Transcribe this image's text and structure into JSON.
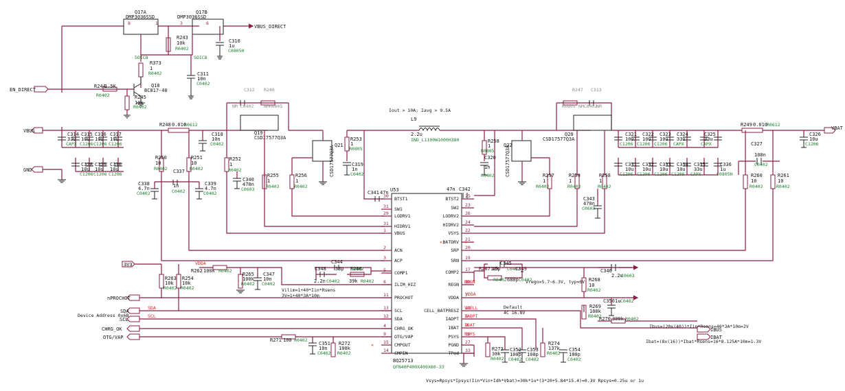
{
  "ports": {
    "vbus_direct": "VBUS_DIRECT",
    "en_direct": "EN_DIRECT",
    "vbus": "VBUS",
    "gnd": "GND",
    "vbat": "VBAT",
    "v3v3": "3V3",
    "nprochot": "nPROCHOT",
    "sda": "SDA",
    "scl": "SCL",
    "chrg_ok": "CHRG_OK",
    "otgvap": "OTG/VAP",
    "ibus": "IBUS",
    "ibat": "IBAT"
  },
  "nets": {
    "vdda": "VDDA",
    "regn": "REGN",
    "vcell": "VCELL",
    "iadpt": "IADPT",
    "ibat": "IBAT",
    "psys": "PSYS",
    "sda": "SDA",
    "scl": "SCL"
  },
  "mosfets": {
    "q17a_ref": "Q17A",
    "q17a_part": "DMP3036SSD",
    "q17b_ref": "Q17B",
    "q17b_part": "DMP3036SSD",
    "soic_a": "SOIC8",
    "soic_b": "SOIC8",
    "q18_ref": "Q18",
    "q18_part": "BC817-40",
    "q19_ref": "Q19",
    "q19_part": "CSD17577Q3A",
    "q20_ref": "Q20",
    "q20_part": "CSD17577Q3A",
    "q21_ref": "Q21",
    "q21_part": "CSD17577Q3A",
    "q22_ref": "Q22",
    "q22_part": "CSD17577Q3A"
  },
  "resistors": [
    {
      "ref": "R243",
      "val": "10k",
      "pkg": "R0402"
    },
    {
      "ref": "R373",
      "val": "1",
      "pkg": "R0402"
    },
    {
      "ref": "R244",
      "val": "1.5K",
      "pkg": "R0402"
    },
    {
      "ref": "R245",
      "val": "10k",
      "pkg": "R0402"
    },
    {
      "ref": "R246",
      "val": "NM",
      "pkg": "R0805"
    },
    {
      "ref": "R247",
      "val": "NM",
      "pkg": "R0805"
    },
    {
      "ref": "R248",
      "val": "0.010",
      "pkg": "R0612"
    },
    {
      "ref": "R249",
      "val": "0.010",
      "pkg": "R0612"
    },
    {
      "ref": "R250",
      "val": "10",
      "pkg": "R0402"
    },
    {
      "ref": "R251",
      "val": "10",
      "pkg": "R0402"
    },
    {
      "ref": "R252",
      "val": "1",
      "pkg": "R0402"
    },
    {
      "ref": "R253",
      "val": "1",
      "pkg": "R0805"
    },
    {
      "ref": "R254",
      "val": "10k",
      "pkg": "R0402"
    },
    {
      "ref": "R255",
      "val": "1",
      "pkg": "R0402"
    },
    {
      "ref": "R256",
      "val": "1",
      "pkg": "R0402"
    },
    {
      "ref": "R257",
      "val": "1",
      "pkg": "R0402"
    },
    {
      "ref": "R258",
      "val": "1",
      "pkg": "R0805"
    },
    {
      "ref": "R259",
      "val": "1",
      "pkg": "R0402"
    },
    {
      "ref": "R260",
      "val": "10",
      "pkg": "R0402"
    },
    {
      "ref": "R261",
      "val": "10",
      "pkg": "R0402"
    },
    {
      "ref": "R262",
      "val": "100k",
      "pkg": "R0402"
    },
    {
      "ref": "R263",
      "val": "10k",
      "pkg": "R0402"
    },
    {
      "ref": "R265",
      "val": "100k",
      "pkg": "R0402"
    },
    {
      "ref": "R266",
      "val": "39k",
      "pkg": "R0402"
    },
    {
      "ref": "R267",
      "val": "10k",
      "pkg": "R0402"
    },
    {
      "ref": "R268",
      "val": "10",
      "pkg": "R0402"
    },
    {
      "ref": "R269",
      "val": "100k",
      "pkg": "R0402"
    },
    {
      "ref": "R270",
      "val": "300k",
      "pkg": "R0402"
    },
    {
      "ref": "R271",
      "val": "100",
      "pkg": "R0402"
    },
    {
      "ref": "R272",
      "val": "100k",
      "pkg": "R0402"
    },
    {
      "ref": "R273",
      "val": "30k",
      "pkg": "R0402"
    },
    {
      "ref": "R274",
      "val": "137k",
      "pkg": "R0402"
    }
  ],
  "capacitors": [
    {
      "ref": "C310",
      "val": "1u",
      "pkg": "C0805H"
    },
    {
      "ref": "C311",
      "val": "10n",
      "pkg": "C0402"
    },
    {
      "ref": "C312",
      "val": "NM",
      "pkg": "C0402"
    },
    {
      "ref": "C313",
      "val": "NM",
      "pkg": "C0402"
    },
    {
      "ref": "C314",
      "val": "33u",
      "pkg": "CAPX"
    },
    {
      "ref": "C315",
      "val": "10u",
      "pkg": "C1206"
    },
    {
      "ref": "C316",
      "val": "10u",
      "pkg": "C1206"
    },
    {
      "ref": "C317",
      "val": "10u",
      "pkg": "C1206"
    },
    {
      "ref": "C318",
      "val": "10n",
      "pkg": "C0402"
    },
    {
      "ref": "C319",
      "val": "1n",
      "pkg": "C0402"
    },
    {
      "ref": "C320",
      "val": "1n",
      "pkg": "C0402"
    },
    {
      "ref": "C321",
      "val": "10u",
      "pkg": "C1206"
    },
    {
      "ref": "C322",
      "val": "10u",
      "pkg": "C1206"
    },
    {
      "ref": "C323",
      "val": "10u",
      "pkg": "C1206"
    },
    {
      "ref": "C324",
      "val": "33u",
      "pkg": "CAPX"
    },
    {
      "ref": "C325",
      "val": "33u",
      "pkg": "CAPX"
    },
    {
      "ref": "C326",
      "val": "10u",
      "pkg": "C1206"
    },
    {
      "ref": "C327",
      "val": "100n",
      "pkg": "C0402"
    },
    {
      "ref": "C328",
      "val": "10u",
      "pkg": "C1206"
    },
    {
      "ref": "C329",
      "val": "10u",
      "pkg": "C1206"
    },
    {
      "ref": "C330",
      "val": "10u",
      "pkg": "C1206"
    },
    {
      "ref": "C331",
      "val": "10u",
      "pkg": "C1206"
    },
    {
      "ref": "C332",
      "val": "10u",
      "pkg": "C1206"
    },
    {
      "ref": "C333",
      "val": "10u",
      "pkg": "C1206"
    },
    {
      "ref": "C334",
      "val": "10u",
      "pkg": "C1206"
    },
    {
      "ref": "C335",
      "val": "33u",
      "pkg": "CAPX"
    },
    {
      "ref": "C336",
      "val": "1u",
      "pkg": "C0805H"
    },
    {
      "ref": "C337",
      "val": "1n",
      "pkg": "C0402"
    },
    {
      "ref": "C338",
      "val": "4.7n",
      "pkg": "C0402"
    },
    {
      "ref": "C339",
      "val": "4.7n",
      "pkg": "C0402"
    },
    {
      "ref": "C340",
      "val": "470n",
      "pkg": "C0603"
    },
    {
      "ref": "C341",
      "val": "47n",
      "pkg": "C0402"
    },
    {
      "ref": "C342",
      "val": "47n",
      "pkg": "C0402"
    },
    {
      "ref": "C343",
      "val": "470n",
      "pkg": "C0603"
    },
    {
      "ref": "C344",
      "val": "33p",
      "pkg": "C0402"
    },
    {
      "ref": "C345",
      "val": "",
      "pkg": "C0402"
    },
    {
      "ref": "C346",
      "val": "2.2u",
      "pkg": "C0603"
    },
    {
      "ref": "C347",
      "val": "10n",
      "pkg": "C0402"
    },
    {
      "ref": "C348",
      "val": "2.2n",
      "pkg": "C0402"
    },
    {
      "ref": "C349",
      "val": "680p",
      "pkg": "C0402"
    },
    {
      "ref": "C350",
      "val": "1u",
      "pkg": "C0402"
    },
    {
      "ref": "C351",
      "val": "10n",
      "pkg": "C0402"
    },
    {
      "ref": "C352",
      "val": "100p",
      "pkg": "C0402"
    },
    {
      "ref": "C353",
      "val": "100p",
      "pkg": "C0402"
    },
    {
      "ref": "C354",
      "val": "100p",
      "pkg": "C0402"
    }
  ],
  "inductor": {
    "ref": "L9",
    "val": "2.2u",
    "pkg": "IND_L1100W1000H380"
  },
  "ic": {
    "ref": "U53",
    "part": "BQ25713",
    "pkg": "QFN40P400X400X80-33",
    "left_pins": [
      {
        "num": "30",
        "name": "BTST1"
      },
      {
        "num": "31",
        "name": "SW1"
      },
      {
        "num": "29",
        "name": "LODRV1"
      },
      {
        "num": "31",
        "name": "HIDRV1"
      },
      {
        "num": "1",
        "name": "VBUS"
      },
      {
        "num": "2",
        "name": "ACN"
      },
      {
        "num": "3",
        "name": "ACP"
      },
      {
        "num": "5",
        "name": "COMP1"
      },
      {
        "num": "6",
        "name": "ILIM_HIZ"
      },
      {
        "num": "11",
        "name": "PROCHOT"
      },
      {
        "num": "13",
        "name": "SCL"
      },
      {
        "num": "12",
        "name": "SDA"
      },
      {
        "num": "4",
        "name": "CHRG_OK"
      },
      {
        "num": "9",
        "name": "OTG/VAP"
      },
      {
        "num": "15",
        "name": "CMPOUT"
      },
      {
        "num": "14",
        "name": "CMPIN"
      }
    ],
    "right_pins": [
      {
        "num": "25",
        "name": "BTST2"
      },
      {
        "num": "23",
        "name": "SW2"
      },
      {
        "num": "26",
        "name": "LODRV2"
      },
      {
        "num": "24",
        "name": "HIDRV2"
      },
      {
        "num": "22",
        "name": "VSYS"
      },
      {
        "num": "21",
        "name": "BATDRV"
      },
      {
        "num": "20",
        "name": "SRP"
      },
      {
        "num": "19",
        "name": "SRN"
      },
      {
        "num": "17",
        "name": "COMP2"
      },
      {
        "num": "28",
        "name": "REGN"
      },
      {
        "num": "7",
        "name": "VDDA"
      },
      {
        "num": "18",
        "name": "CELL_BATPRESZ"
      },
      {
        "num": "8",
        "name": "IADPT"
      },
      {
        "num": "9",
        "name": "IBAT"
      },
      {
        "num": "10",
        "name": "PSYS"
      },
      {
        "num": "27",
        "name": "PGND"
      },
      {
        "num": "33",
        "name": "TPad"
      }
    ]
  },
  "notes": {
    "iout": "Iout > 10A; Iavg > 9.5A",
    "address": "Device Address 0x6B",
    "vilim": "Vilim=1+40*Iin*Rsens",
    "vilim2": "3V=1+40*3A*10m",
    "default": "Default",
    "cell": "4C 16.8V",
    "vregn": "Vregn=5.7~6.3V, typ=6V",
    "ibus": "Ibus=(20x(40))*Iin*Rsens=40*3A*10m=2V",
    "ibat": "Ibat=(8x(16))*Ibat*Rsens=16*8.125A*10m=1.3V",
    "vsys": "Vsys=Rpsys*Ipsys(Iin*Vin+Idh*Vbat)=30k*1u*(3*20+5.84*15.4)=0.3V Rpsys=0.25u or 1u"
  }
}
